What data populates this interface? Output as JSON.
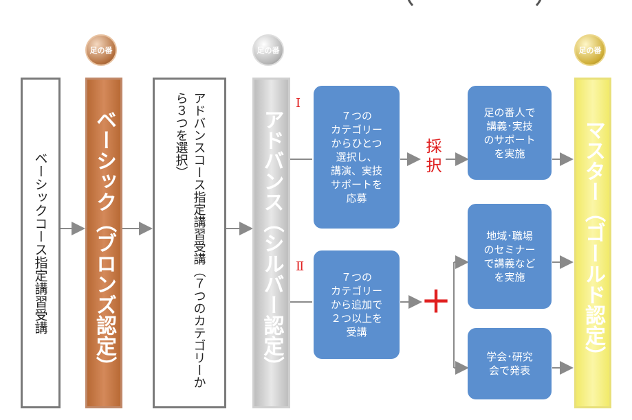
{
  "colors": {
    "bronze": "#c47a48",
    "silver": "#d3d3d3",
    "gold": "#f7f18a",
    "blue_box": "#5b8fcf",
    "accent_red": "#e02020",
    "arrow": "#888888"
  },
  "medals": {
    "icon": "ashi-no-ban-medal-icon",
    "text": "足の番"
  },
  "steps": {
    "basic_course": "ベーシックコース指定講習受講",
    "bronze": "ベーシック（ブロンズ認定）",
    "advance_course": "アドバンスコース指定講習受講（７つのカテゴリーから３つを選択）",
    "silver": "アドバンス（シルバー認定）",
    "gold": "マスター（ゴールド認定）"
  },
  "routes": {
    "route1": {
      "numeral": "Ⅰ",
      "desc": "７つの\nカテゴリー\nからひとつ\n選択し、\n講演、実技\nサポートを\n応募",
      "adopt": "採\n択",
      "action": "足の番人で\n講義･実技\nのサポート\nを実施"
    },
    "route2": {
      "numeral": "Ⅱ",
      "desc": "７つの\nカテゴリー\nから追加で\n２つ以上を\n受講",
      "plus": "＋",
      "action_a": "地域･職場\nのセミナー\nで講義など\nを実施",
      "action_b": "学会･研究\n会で発表"
    }
  }
}
